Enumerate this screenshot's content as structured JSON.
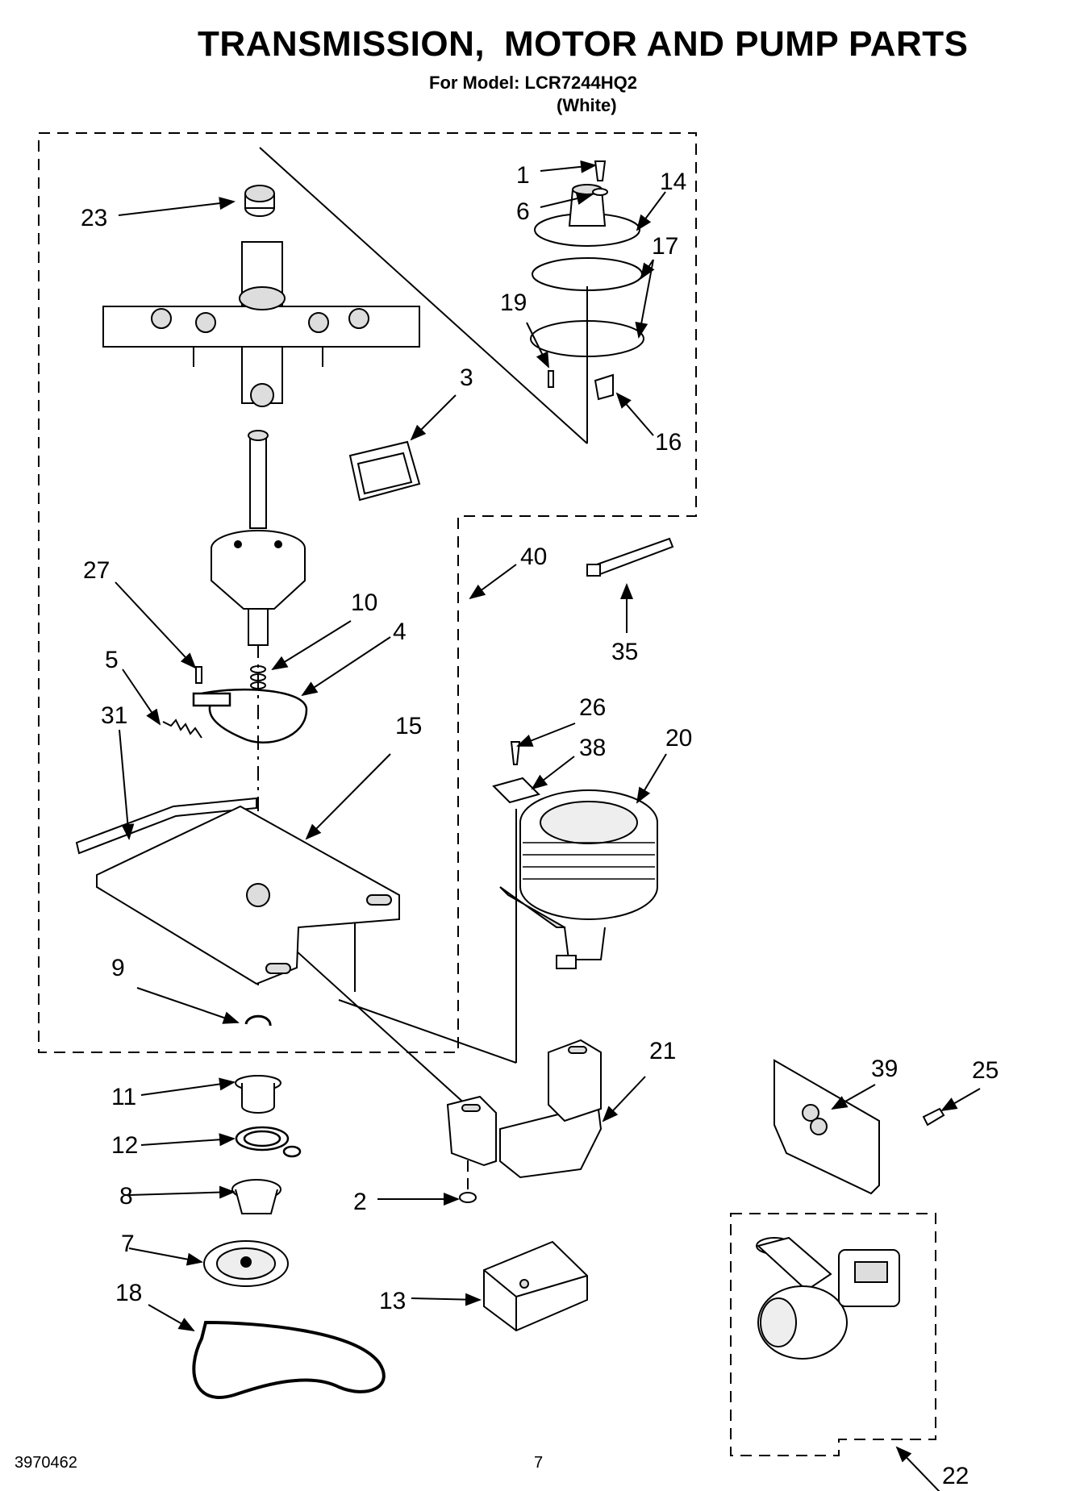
{
  "title_part1": "TRANSMISSION,",
  "title_part2": "MOTOR AND PUMP PARTS",
  "model_line": "For Model: LCR7244HQ2",
  "color_line": "(White)",
  "footer_code": "3970462",
  "page_number": "7",
  "callouts": [
    "1",
    "6",
    "14",
    "17",
    "19",
    "23",
    "3",
    "16",
    "40",
    "35",
    "27",
    "10",
    "4",
    "5",
    "31",
    "15",
    "26",
    "38",
    "20",
    "9",
    "21",
    "11",
    "39",
    "25",
    "12",
    "8",
    "2",
    "7",
    "13",
    "18",
    "22"
  ]
}
